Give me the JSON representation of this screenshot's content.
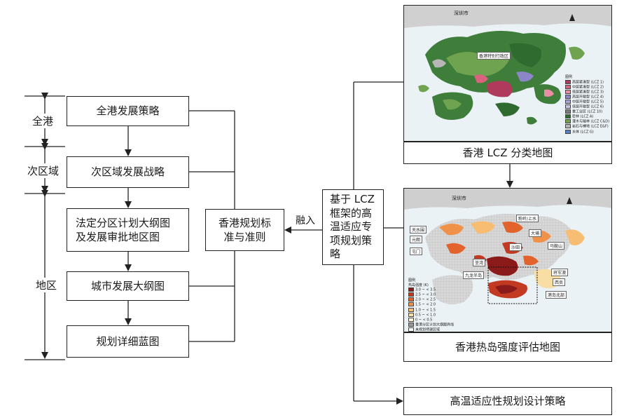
{
  "hierarchy": {
    "levels": [
      {
        "label": "全港"
      },
      {
        "label": "次区域"
      },
      {
        "label": "地区"
      }
    ],
    "plans": [
      {
        "label": "全港发展策略"
      },
      {
        "label": "次区域发展战略"
      },
      {
        "label": "法定分区计划大纲图\n及发展审批地区图"
      },
      {
        "label": "城市发展大纲图"
      },
      {
        "label": "规划详细蓝图"
      }
    ]
  },
  "standards_box": {
    "label": "香港规划标\n准与准则"
  },
  "integrate_label": "融入",
  "strategy_box": {
    "label": "基于 LCZ\n框架的高\n温适应专\n项规划策\n略"
  },
  "map1": {
    "caption": "香港 LCZ 分类地图",
    "city_label": "深圳市",
    "region_label": "香港特别行政区",
    "legend_title": "图例",
    "legend": [
      {
        "label": "高层紧凑型 (LCZ 1)",
        "color": "#b03a5b"
      },
      {
        "label": "中层紧凑型 (LCZ 2)",
        "color": "#d9627f"
      },
      {
        "label": "低层紧凑型 (LCZ 3)",
        "color": "#e88fa4"
      },
      {
        "label": "高层开敞型 (LCZ 4)",
        "color": "#8b86c7"
      },
      {
        "label": "中层开敞型 (LCZ 5)",
        "color": "#a8a4d8"
      },
      {
        "label": "低层开敞型 (LCZ 6)",
        "color": "#c7c4e8"
      },
      {
        "label": "重工业区 (LCZ 10)",
        "color": "#7d7d7d"
      },
      {
        "label": "密林 (LCZ A)",
        "color": "#2f6b2f"
      },
      {
        "label": "灌木与矮林 (LCZ C&D)",
        "color": "#6fa34f"
      },
      {
        "label": "岩石与裸地 (LCZ E&F)",
        "color": "#b7b7b7"
      },
      {
        "label": "水体 (LCZ G)",
        "color": "#5a7fc7"
      }
    ]
  },
  "map2": {
    "caption": "香港热岛强度评估地图",
    "city_label": "深圳市",
    "place_labels": [
      "天水围",
      "元朗",
      "屯门",
      "荃湾",
      "沙田",
      "马鞍山",
      "粉岭/上水",
      "大埔",
      "将军澳",
      "西贡",
      "港岛北部",
      "九龙半岛"
    ],
    "legend_title": "图例",
    "legend_subtitle": "热岛强度 (K)",
    "legend": [
      {
        "label": "3.0 ~ < 3.5",
        "color": "#8b1a1a"
      },
      {
        "label": "2.5 ~ < 3.0",
        "color": "#c23a22"
      },
      {
        "label": "2.0 ~ < 2.5",
        "color": "#e2642c"
      },
      {
        "label": "1.5 ~ < 2.0",
        "color": "#f0914a"
      },
      {
        "label": "1.0 ~ < 1.5",
        "color": "#f6bd73"
      },
      {
        "label": "0.5 ~ < 1.0",
        "color": "#f8dda5"
      },
      {
        "label": "0 ~ < 0.5",
        "color": "#fcf2d8"
      },
      {
        "label": "香港分区计划大纲图界线",
        "color": "#9a9a9a"
      },
      {
        "label": "未规划待建区域",
        "color": "#ffffff"
      }
    ]
  },
  "final_box": {
    "label": "高温适应性规划设计策略"
  }
}
